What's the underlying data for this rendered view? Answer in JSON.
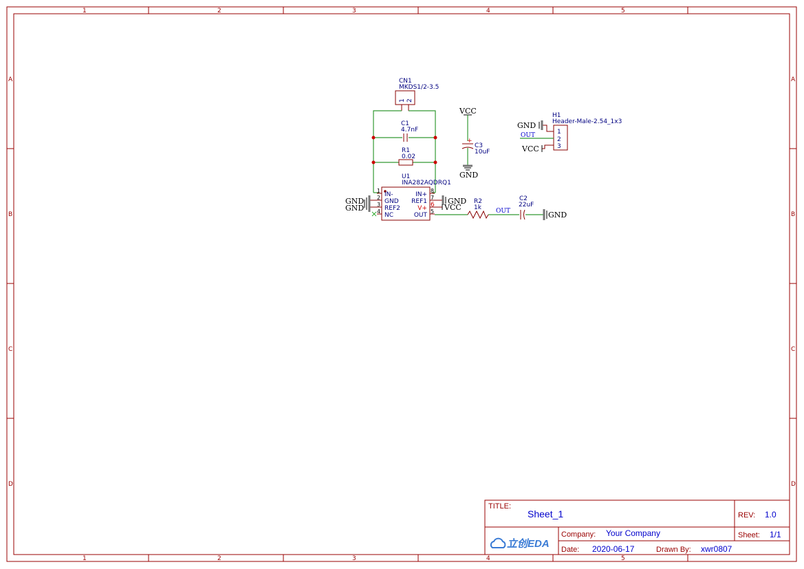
{
  "frame": {
    "columns": [
      "1",
      "2",
      "3",
      "4",
      "5"
    ],
    "rows": [
      "A",
      "B",
      "C",
      "D"
    ]
  },
  "components": {
    "cn1": {
      "ref": "CN1",
      "value": "MKDS1/2-3.5",
      "pins": [
        "1",
        "2"
      ]
    },
    "c1": {
      "ref": "C1",
      "value": "4.7nF"
    },
    "r1": {
      "ref": "R1",
      "value": "0.02"
    },
    "u1": {
      "ref": "U1",
      "value": "INA282AQDRQ1",
      "left_pins": [
        {
          "num": "1",
          "name": "IN-"
        },
        {
          "num": "2",
          "name": "GND"
        },
        {
          "num": "3",
          "name": "REF2"
        },
        {
          "num": "4",
          "name": "NC"
        }
      ],
      "right_pins": [
        {
          "num": "8",
          "name": "IN+"
        },
        {
          "num": "7",
          "name": "REF1"
        },
        {
          "num": "6",
          "name": "V+"
        },
        {
          "num": "5",
          "name": "OUT"
        }
      ]
    },
    "r2": {
      "ref": "R2",
      "value": "1k"
    },
    "c2": {
      "ref": "C2",
      "value": "22uF"
    },
    "c3": {
      "ref": "C3",
      "value": "10uF",
      "polarity": "+"
    },
    "h1": {
      "ref": "H1",
      "value": "Header-Male-2.54_1x3",
      "pins": [
        "1",
        "2",
        "3"
      ]
    }
  },
  "nets": {
    "vcc": "VCC",
    "gnd": "GND",
    "out": "OUT"
  },
  "title_block": {
    "title_label": "TITLE:",
    "title": "Sheet_1",
    "rev_label": "REV:",
    "rev": "1.0",
    "company_label": "Company:",
    "company": "Your Company",
    "sheet_label": "Sheet:",
    "sheet": "1/1",
    "date_label": "Date:",
    "date": "2020-06-17",
    "drawn_label": "Drawn By:",
    "drawn_by": "xwr0807",
    "logo": "立创EDA"
  },
  "colors": {
    "frame": "#990000",
    "wire": "#339933",
    "component": "#880000",
    "label": "#000080",
    "field_value": "#0000cc"
  }
}
